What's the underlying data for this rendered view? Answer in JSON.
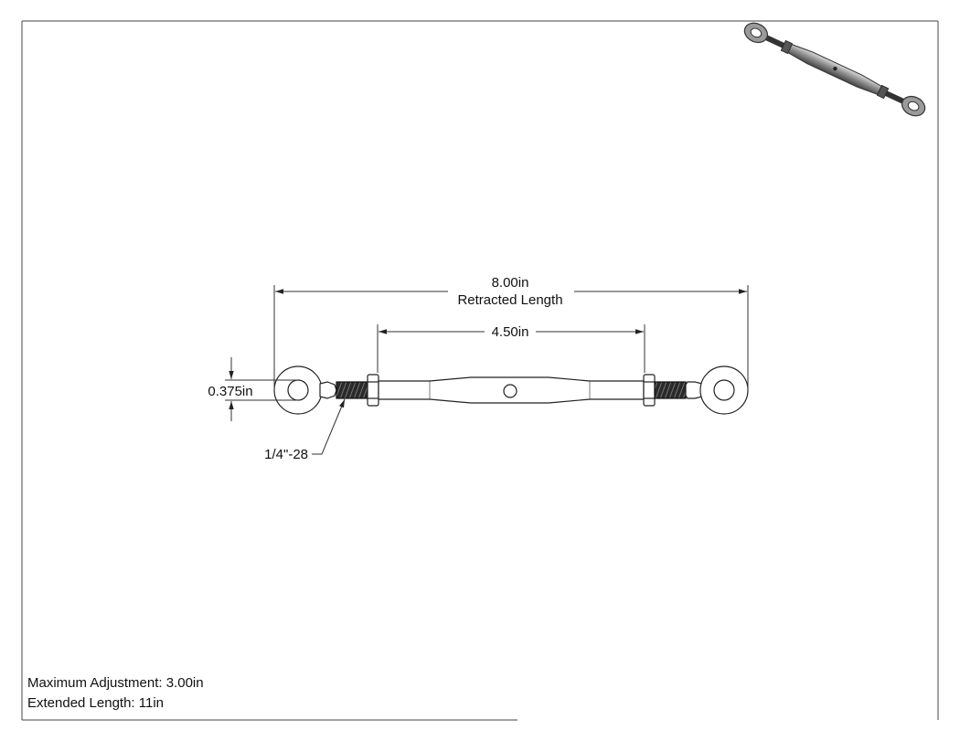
{
  "dimensions": {
    "overall_value": "8.00in",
    "overall_label": "Retracted Length",
    "body_length": "4.50in",
    "eye_diameter": "0.375in",
    "thread_spec": "1/4\"-28"
  },
  "notes": {
    "max_adjustment": "Maximum Adjustment: 3.00in",
    "extended_length": "Extended Length: 11in"
  },
  "colors": {
    "line": "#222222",
    "part_fill": "#ffffff",
    "thread": "#1a1a1a",
    "iso_body": "#7a7a7a",
    "iso_highlight": "#d9d9d9"
  }
}
